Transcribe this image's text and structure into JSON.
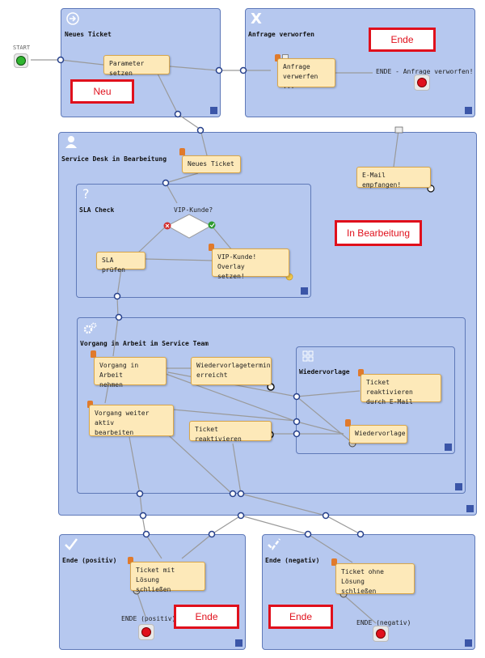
{
  "start_label": "START",
  "containers": {
    "neues_ticket": {
      "title": "Neues Ticket"
    },
    "anfrage_verworfen": {
      "title": "Anfrage verworfen",
      "icon": "X"
    },
    "service_desk": {
      "title": "Service Desk in Bearbeitung"
    },
    "sla_check": {
      "title": "SLA Check",
      "icon": "?"
    },
    "vorgang": {
      "title": "Vorgang in Arbeit im Service Team"
    },
    "wiedervorlage": {
      "title": "Wiedervorlage"
    },
    "ende_positiv": {
      "title": "Ende (positiv)"
    },
    "ende_negativ": {
      "title": "Ende (negativ)"
    }
  },
  "tasks": {
    "parameter_setzen": "Parameter setzen",
    "anfrage_verwerfen": "Anfrage verwerfen\n...",
    "neues_ticket": "Neues Ticket",
    "email_empfangen": "E-Mail empfangen!",
    "sla_pruefen": "SLA prüfen",
    "vip_overlay": "VIP-Kunde! Overlay\nsetzen!",
    "vorgang_annehmen": "Vorgang in Arbeit\nnehmen",
    "wiedervorlagetermin": "Wiedervorlagetermin\nerreicht",
    "vorgang_weiter": "Vorgang weiter aktiv\nbearbeiten",
    "ticket_reaktivieren": "Ticket reaktivieren",
    "ticket_reaktivieren_email": "Ticket reaktivieren\ndurch E-Mail",
    "wiedervorlage": "Wiedervorlage",
    "ticket_mit_loesung": "Ticket mit Lösung\nschließen",
    "ticket_ohne_loesung": "Ticket ohne Lösung\nschließen"
  },
  "gateway_label": "VIP-Kunde?",
  "end_labels": {
    "anfrage": "ENDE - Anfrage verworfen!",
    "positiv": "ENDE (positiv)",
    "negativ": "ENDE (negativ)"
  },
  "annotations": {
    "neu": "Neu",
    "ende_top": "Ende",
    "in_bearbeitung": "In Bearbeitung",
    "ende_positiv": "Ende",
    "ende_negativ": "Ende"
  },
  "colors": {
    "container_fill": "#b6c8ef",
    "container_border": "#5f79b8",
    "task_fill": "#fde9b9",
    "task_border": "#d9a74b",
    "annotation_red": "#e0101c",
    "connector": "#9a9a9a",
    "connector_node": "#26408b"
  }
}
